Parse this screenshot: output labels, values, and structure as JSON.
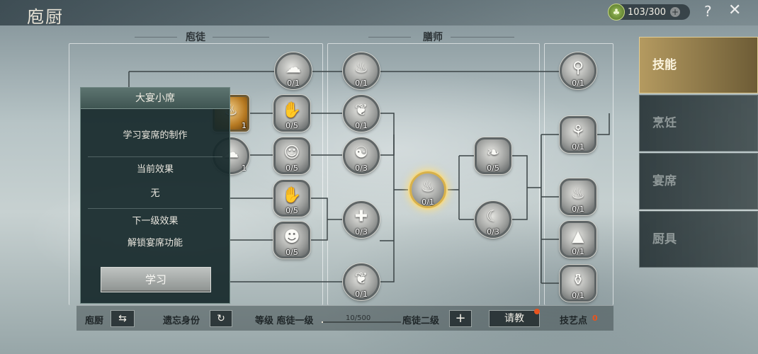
{
  "header": {
    "title": "庖厨",
    "resource_value": "103/300",
    "resource_plus": "+",
    "help_label": "?",
    "close_label": "✕"
  },
  "sections": {
    "left": "庖徒",
    "middle": "膳师"
  },
  "nodes": [
    {
      "id": "n-r0-c1",
      "count": "0/1",
      "icon": "steam-bowl-icon"
    },
    {
      "id": "n-r0-c2",
      "count": "0/1",
      "icon": "stew-pot-icon"
    },
    {
      "id": "n-r0-c4",
      "count": "0/1",
      "icon": "spoon-icon"
    },
    {
      "id": "n-r1-c0",
      "count": "1",
      "icon": "hand-pot-icon"
    },
    {
      "id": "n-r1-c1",
      "count": "0/5",
      "icon": "hands-icon"
    },
    {
      "id": "n-r1-c2",
      "count": "0/1",
      "icon": "herb-icon"
    },
    {
      "id": "n-r1-c4",
      "count": "0/1",
      "icon": "roast-chicken-icon"
    },
    {
      "id": "n-r2-c0",
      "count": "1",
      "icon": "steam-dish-icon"
    },
    {
      "id": "n-r2-c1",
      "count": "0/5",
      "icon": "chef-icon"
    },
    {
      "id": "n-r2-c2",
      "count": "0/3",
      "icon": "monk-icon"
    },
    {
      "id": "n-r2-c3",
      "count": "0/5",
      "icon": "fish-icon"
    },
    {
      "id": "n-center",
      "count": "0/1",
      "icon": "banquet-icon"
    },
    {
      "id": "n-r3-c1",
      "count": "0/5",
      "icon": "hands-offer-icon"
    },
    {
      "id": "n-r3-c2",
      "count": "0/3",
      "icon": "herb-plus-icon"
    },
    {
      "id": "n-r3-c3",
      "count": "0/3",
      "icon": "moon-boat-icon"
    },
    {
      "id": "n-r3-c4",
      "count": "0/1",
      "icon": "rice-bowl-icon"
    },
    {
      "id": "n-r4-c1",
      "count": "0/5",
      "icon": "hermit-icon"
    },
    {
      "id": "n-r4-c4",
      "count": "0/1",
      "icon": "mountain-dish-icon"
    },
    {
      "id": "n-r5-c2",
      "count": "0/1",
      "icon": "leaf-icon"
    },
    {
      "id": "n-r5-c4",
      "count": "0/1",
      "icon": "jar-icon"
    }
  ],
  "tooltip": {
    "title": "大宴小席",
    "description": "学习宴席的制作",
    "current_label": "当前效果",
    "current_value": "无",
    "next_label": "下一级效果",
    "next_value": "解锁宴席功能",
    "learn_button": "学习"
  },
  "tabs": [
    {
      "label": "技能",
      "selected": true
    },
    {
      "label": "烹饪",
      "selected": false
    },
    {
      "label": "宴席",
      "selected": false
    },
    {
      "label": "厨具",
      "selected": false
    }
  ],
  "bottom": {
    "profession_label": "庖厨",
    "switch_icon": "⇆",
    "forget_label": "遗忘身份",
    "reset_icon": "↻",
    "level_label": "等级 庖徒一级",
    "progress_text": "10/500",
    "progress_fraction": 0.02,
    "next_level_label": "庖徒二级",
    "next_level_btn": "+",
    "ask_button": "请教",
    "skill_points_label": "技艺点",
    "skill_points_value": "0"
  }
}
